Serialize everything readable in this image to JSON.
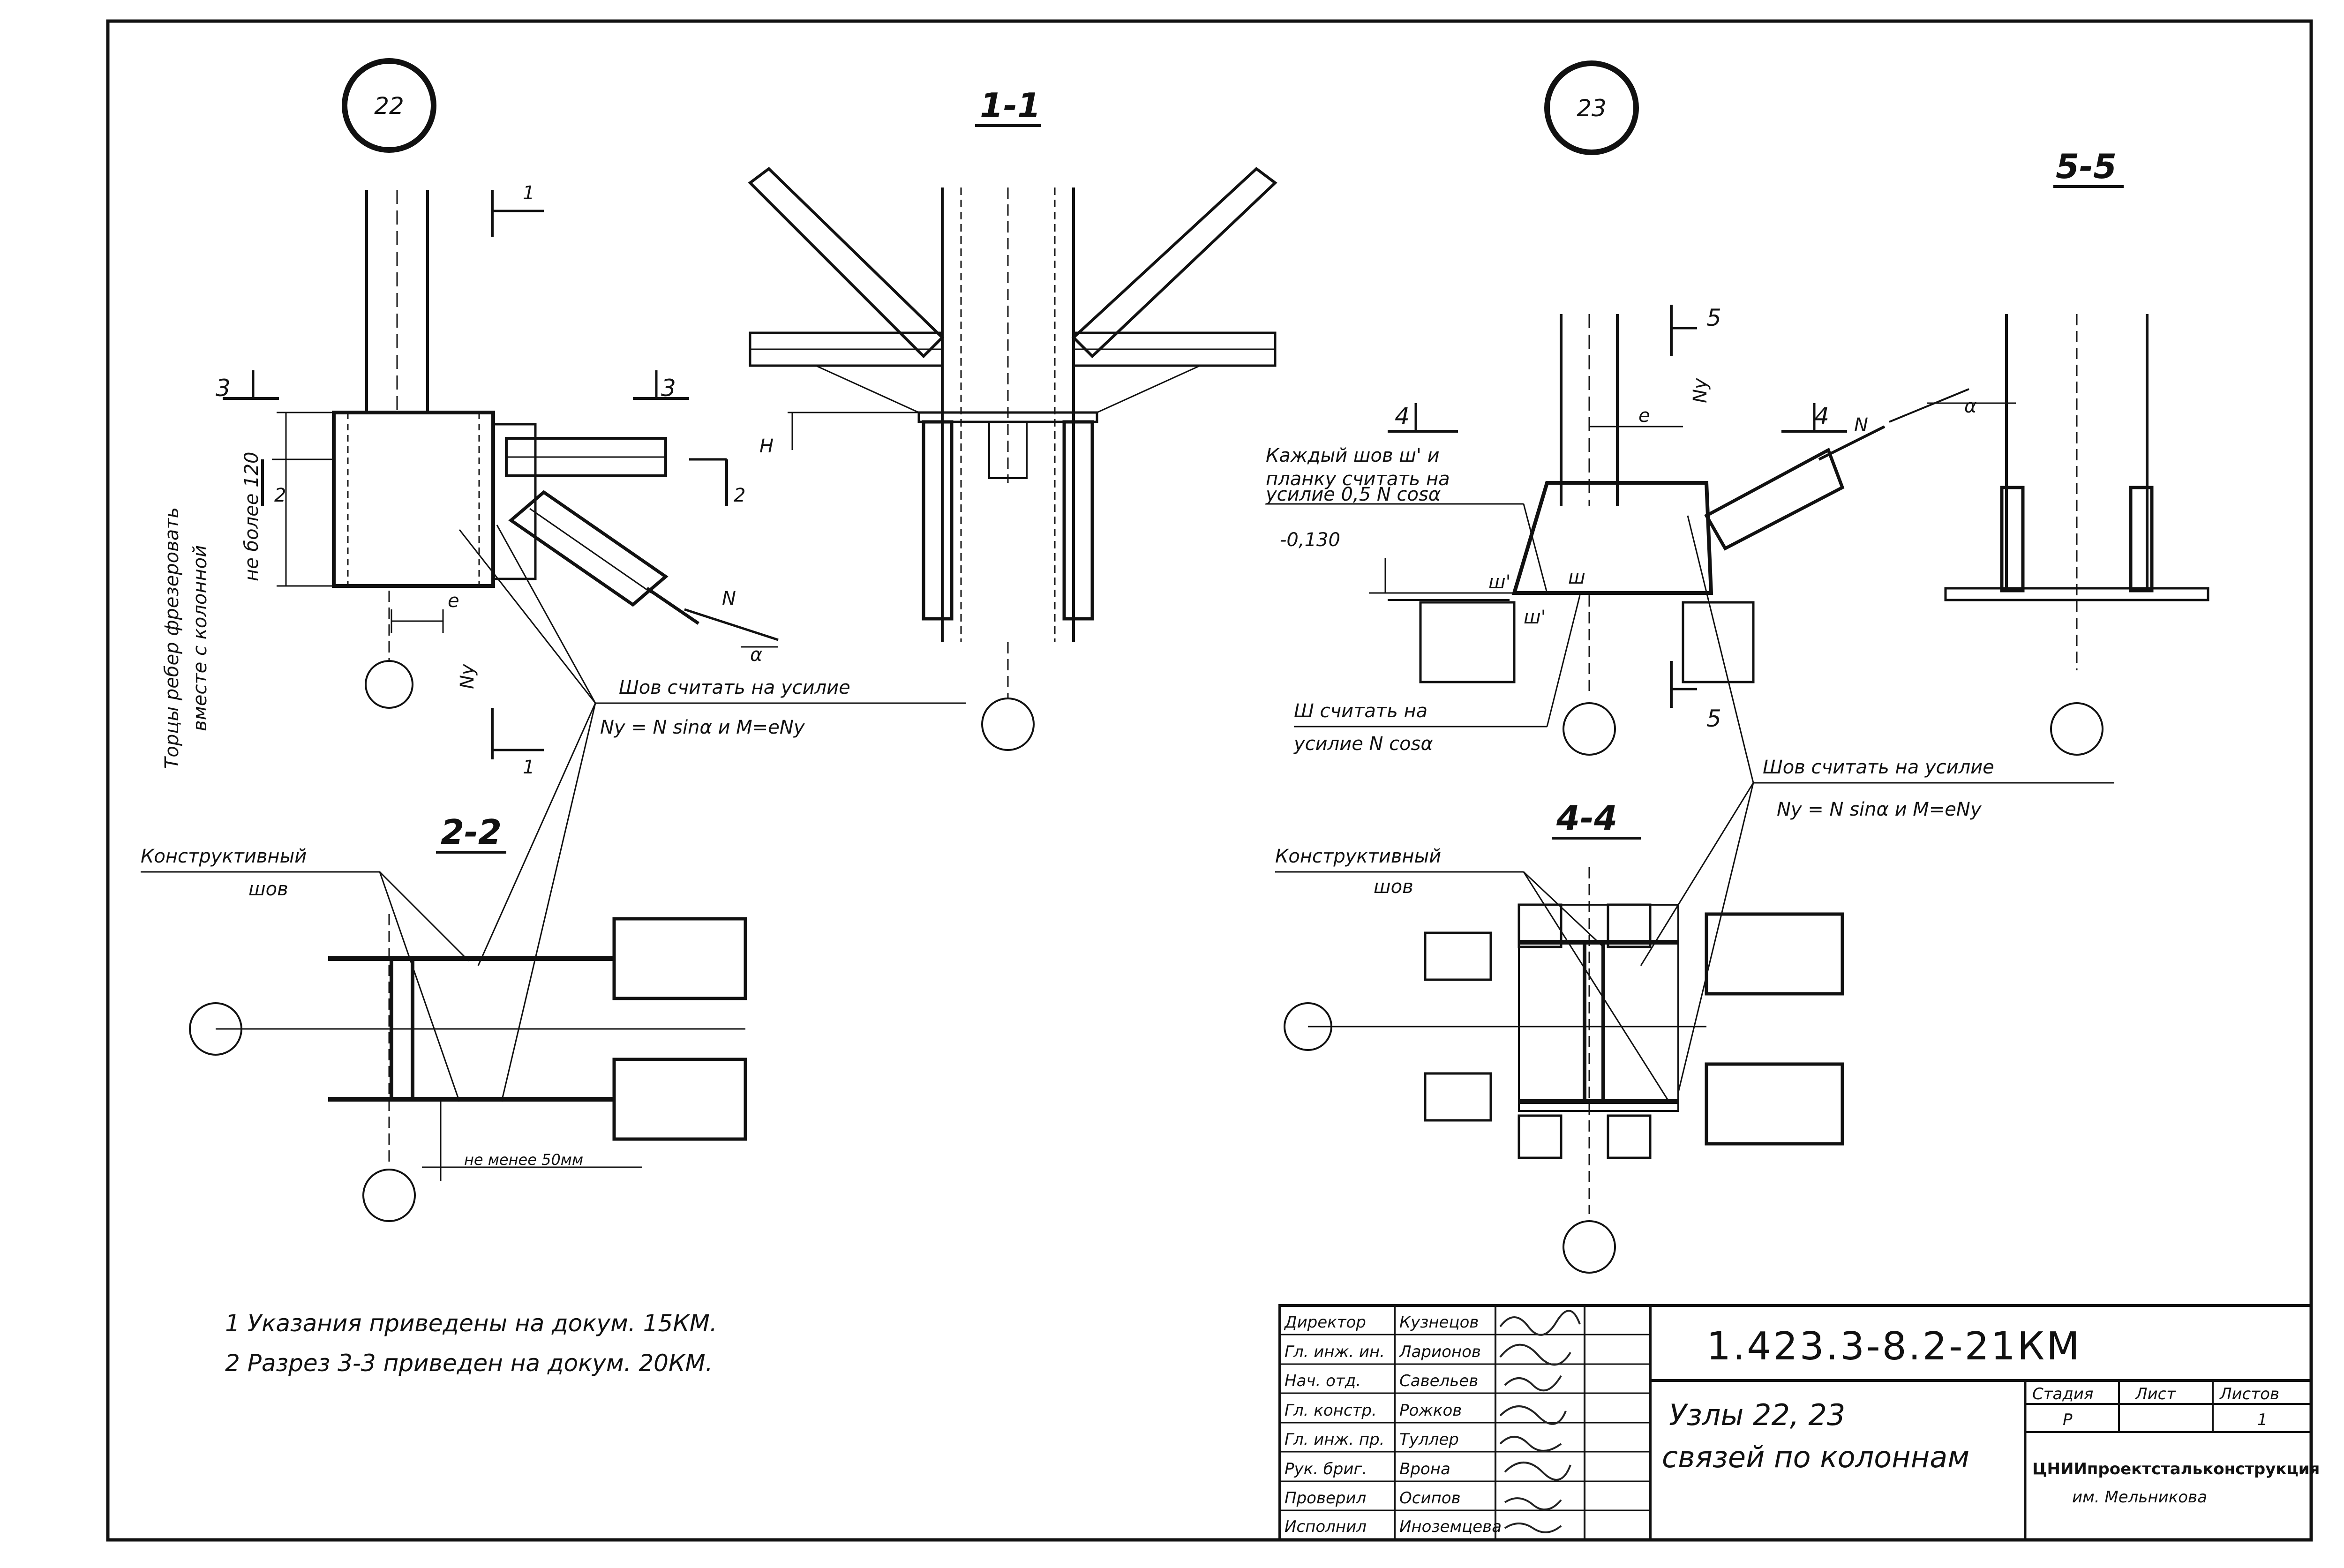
{
  "nodes": {
    "node22": "22",
    "node23": "23"
  },
  "sections": {
    "s11": "1-1",
    "s22": "2-2",
    "s44": "4-4",
    "s55": "5-5"
  },
  "cut_marks": {
    "one": "1",
    "two": "2",
    "three": "3",
    "four": "4",
    "five": "5"
  },
  "annotations": {
    "mill_line1": "Торцы ребер фрезеровать",
    "mill_line2": "вместе с колонной",
    "not_more_120": "не более 120",
    "e": "e",
    "N": "N",
    "Ny": "Ny",
    "alpha": "α",
    "H": "H",
    "weld_calc": "Шов считать на усилие",
    "weld_formula": "Ny = N sinα и M=eNy",
    "weld_calc_b": "Шов считать на усилие",
    "weld_formula_b": "Ny = N sinα и M=eNy",
    "constr_weld_1": "Конструктивный",
    "constr_weld_2": "шов",
    "constr_weld_b1": "Конструктивный",
    "constr_weld_b2": "шов",
    "not_less_50": "не менее 50мм",
    "each_weld_1": "Каждый шов ш' и",
    "each_weld_2": "планку считать на",
    "each_weld_3": "усилие 0,5 N cosα",
    "level": "-0,130",
    "sh_calc_1": "Ш считать на",
    "sh_calc_2": "усилие N cosα",
    "sh": "ш",
    "sh_prime": "ш'"
  },
  "notes": [
    "1 Указания приведены на докум. 15КМ.",
    "2 Разрез 3-3 приведен на докум. 20КМ."
  ],
  "title_block": {
    "code": "1.423.3-8.2-21КМ",
    "title_line1": "Узлы 22, 23",
    "title_line2": "связей по колоннам",
    "stage_label": "Стадия",
    "sheet_label": "Лист",
    "sheets_label": "Листов",
    "stage_value": "Р",
    "sheets_value": "1",
    "org_line1": "ЦНИИпроектстальконструкция",
    "org_line2": "им. Мельникова",
    "roles": [
      {
        "role": "Директор",
        "name": "Кузнецов"
      },
      {
        "role": "Гл. инж. ин.",
        "name": "Ларионов"
      },
      {
        "role": "Нач. отд.",
        "name": "Савельев"
      },
      {
        "role": "Гл. констр.",
        "name": "Рожков"
      },
      {
        "role": "Гл. инж. пр.",
        "name": "Туллер"
      },
      {
        "role": "Рук. бриг.",
        "name": "Врона"
      },
      {
        "role": "Проверил",
        "name": "Осипов"
      },
      {
        "role": "Исполнил",
        "name": "Иноземцева"
      }
    ]
  }
}
